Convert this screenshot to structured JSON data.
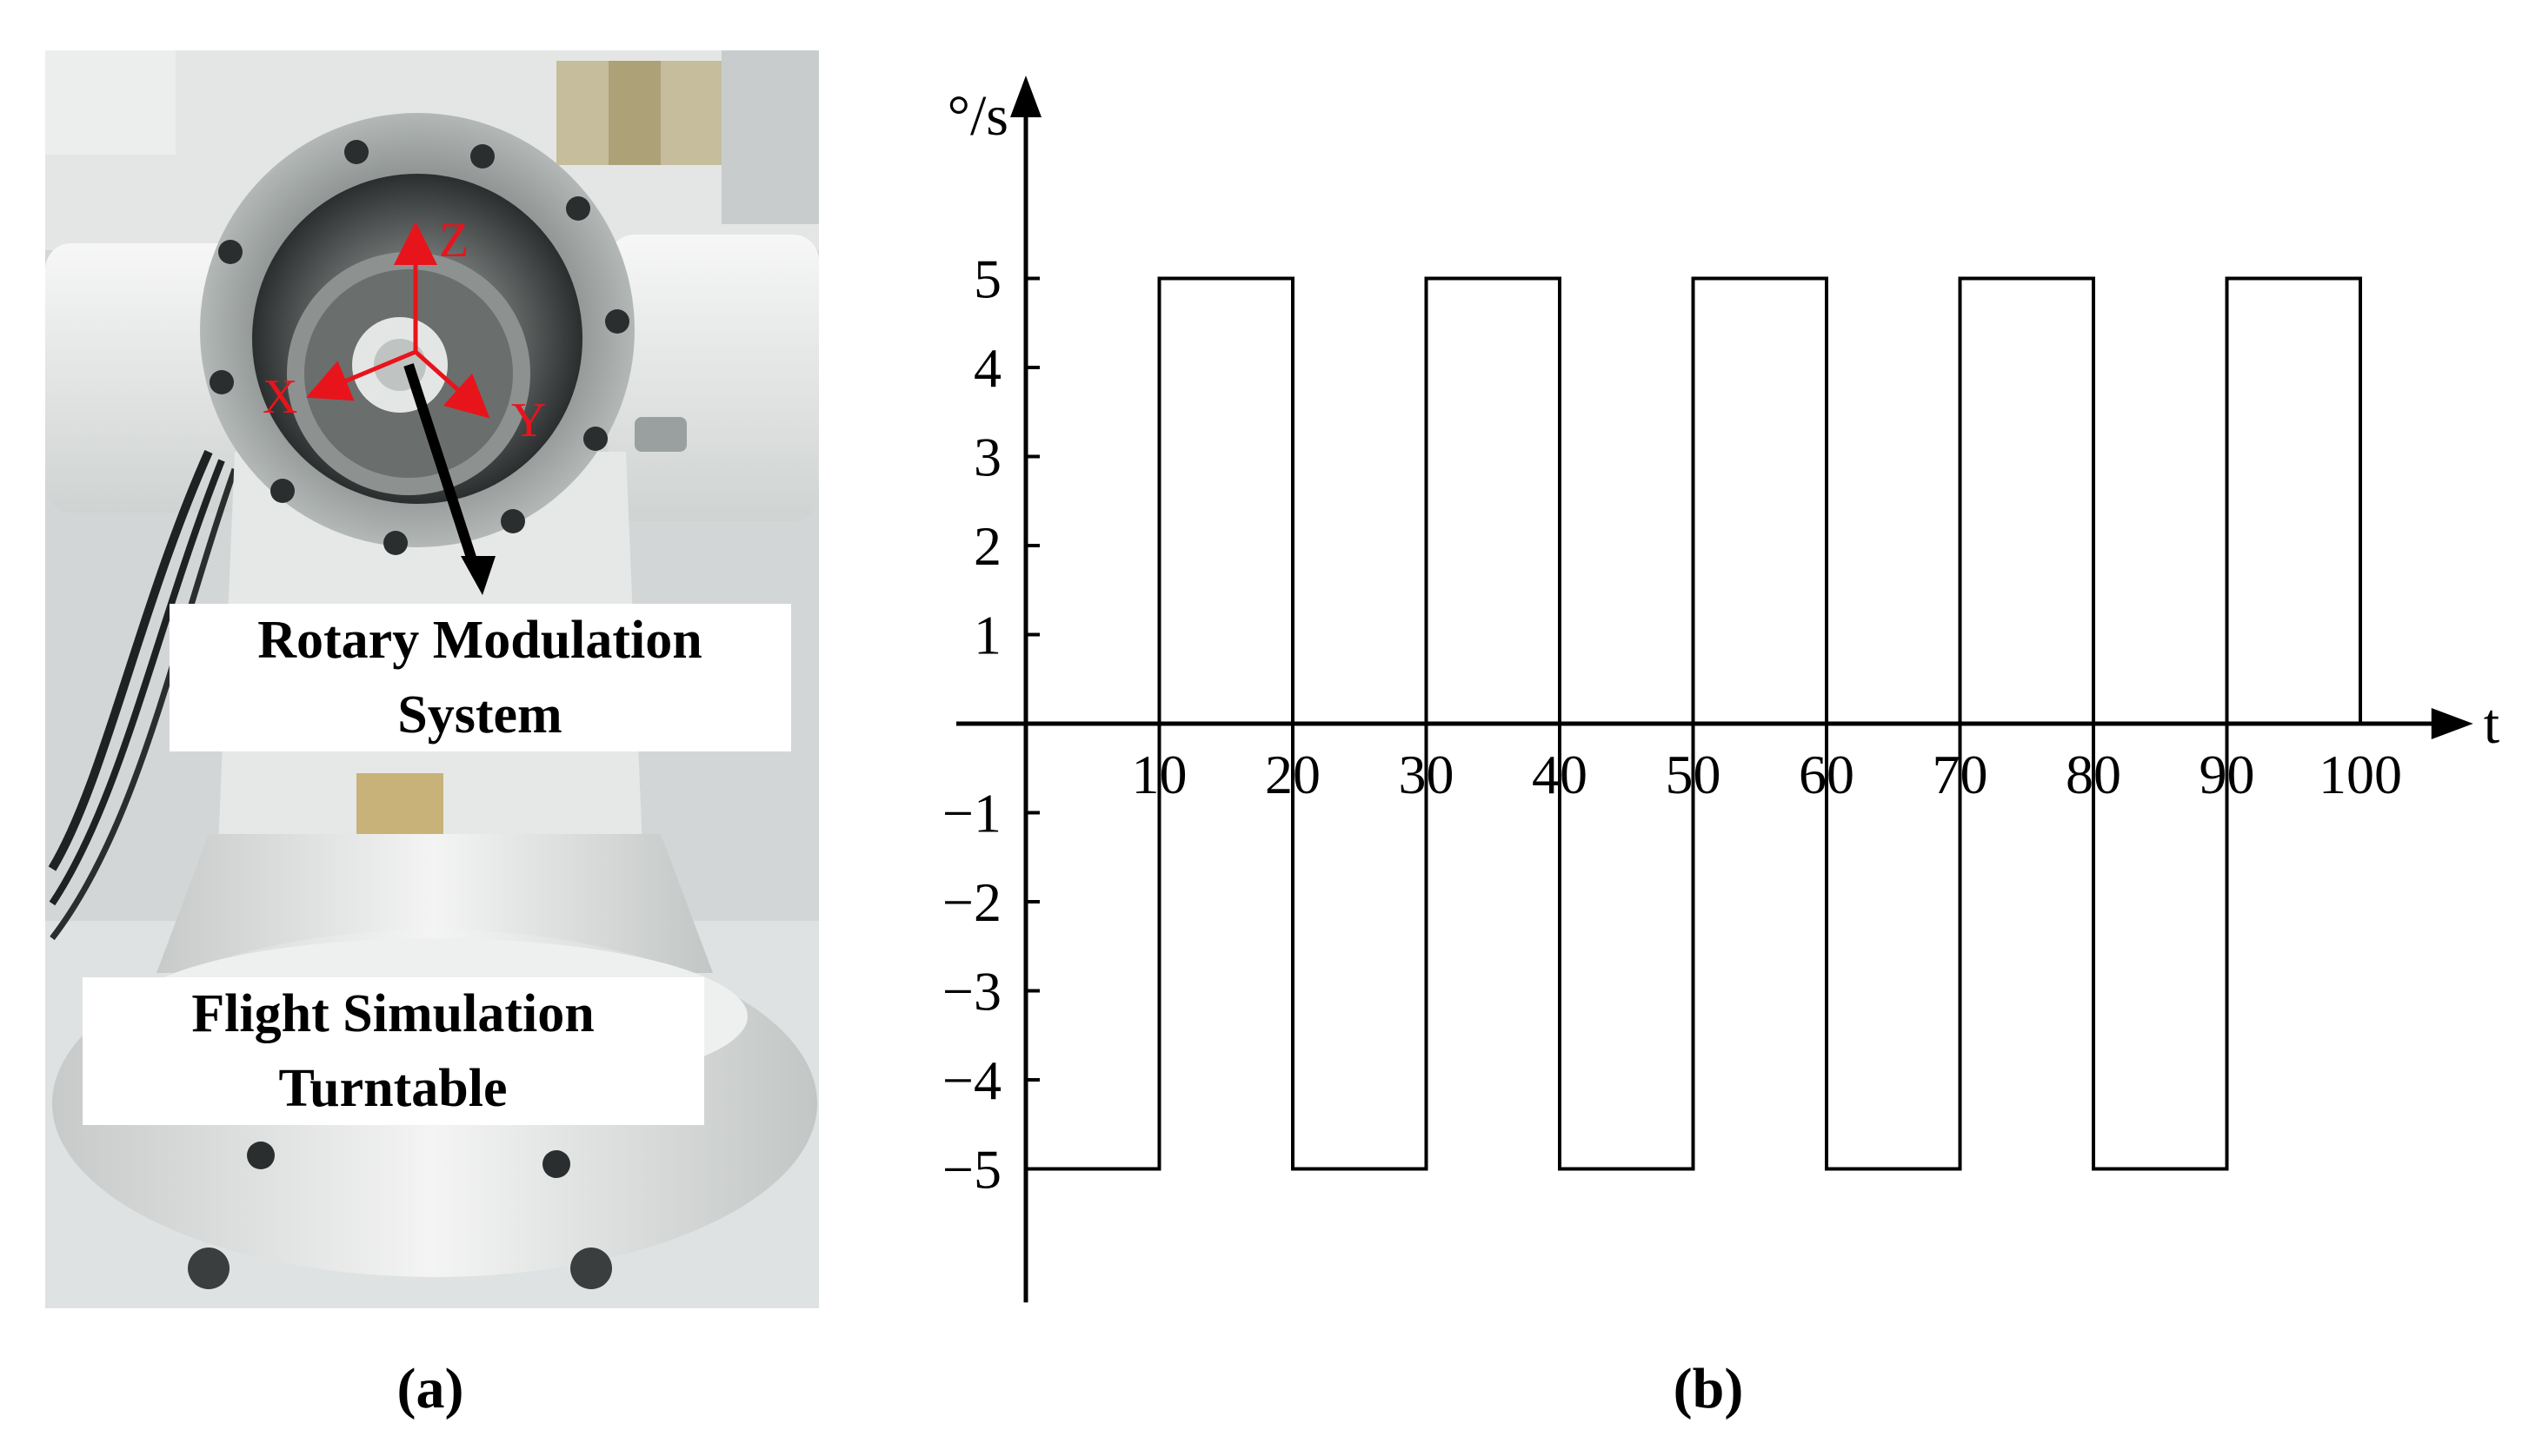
{
  "panel_a": {
    "caption": "(a)",
    "axis_labels": {
      "x": "X",
      "y": "Y",
      "z": "Z"
    },
    "label_rotary": [
      "Rotary Modulation",
      "System"
    ],
    "label_flight": [
      "Flight Simulation",
      "Turntable"
    ],
    "colors": {
      "axes": "#e8141c",
      "pointer": "#000000",
      "photo_bg": "#c9cccd",
      "metal": "#9aa09f",
      "white_body": "#eef0ee"
    }
  },
  "panel_b": {
    "caption": "(b)"
  },
  "chart_data": {
    "type": "line",
    "step": true,
    "xlabel": "t",
    "ylabel": "°/s",
    "xlim": [
      0,
      105
    ],
    "ylim": [
      -6.5,
      7.2
    ],
    "x_ticks": [
      10,
      20,
      30,
      40,
      50,
      60,
      70,
      80,
      90,
      100
    ],
    "y_ticks": [
      5,
      4,
      3,
      2,
      1,
      -1,
      -2,
      -3,
      -4,
      -5
    ],
    "x_tick_labels": [
      "10",
      "20",
      "30",
      "40",
      "50",
      "60",
      "70",
      "80",
      "90",
      "100"
    ],
    "y_tick_labels": [
      "5",
      "4",
      "3",
      "2",
      "1",
      "−1",
      "−2",
      "−3",
      "−4",
      "−5"
    ],
    "series": [
      {
        "color": "#000000",
        "points": [
          [
            0,
            -5
          ],
          [
            10,
            -5
          ],
          [
            10,
            5
          ],
          [
            20,
            5
          ],
          [
            20,
            -5
          ],
          [
            30,
            -5
          ],
          [
            30,
            5
          ],
          [
            40,
            5
          ],
          [
            40,
            -5
          ],
          [
            50,
            -5
          ],
          [
            50,
            5
          ],
          [
            60,
            5
          ],
          [
            60,
            -5
          ],
          [
            70,
            -5
          ],
          [
            70,
            5
          ],
          [
            80,
            5
          ],
          [
            80,
            -5
          ],
          [
            90,
            -5
          ],
          [
            90,
            5
          ],
          [
            100,
            5
          ],
          [
            100,
            0
          ]
        ]
      }
    ],
    "grid": false,
    "legend": "none"
  }
}
